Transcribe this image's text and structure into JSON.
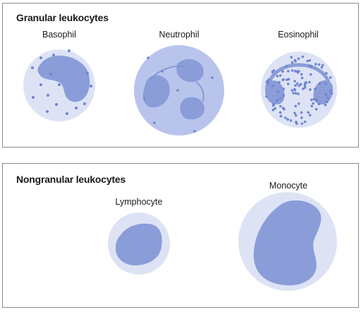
{
  "granular": {
    "title": "Granular leukocytes",
    "cells": [
      {
        "label": "Basophil"
      },
      {
        "label": "Neutrophil"
      },
      {
        "label": "Eosinophil"
      }
    ]
  },
  "nongranular": {
    "title": "Nongranular leukocytes",
    "cells": [
      {
        "label": "Lymphocyte"
      },
      {
        "label": "Monocyte"
      }
    ]
  },
  "colors": {
    "cytoplasm": "#dde3f5",
    "cytoplasm_edge": "#c7d0ee",
    "nucleus": "#8a9dd8",
    "granule": "#6f86d0",
    "neutrophil_cytoplasm": "#b8c4ec",
    "border": "#8a8a8a"
  }
}
